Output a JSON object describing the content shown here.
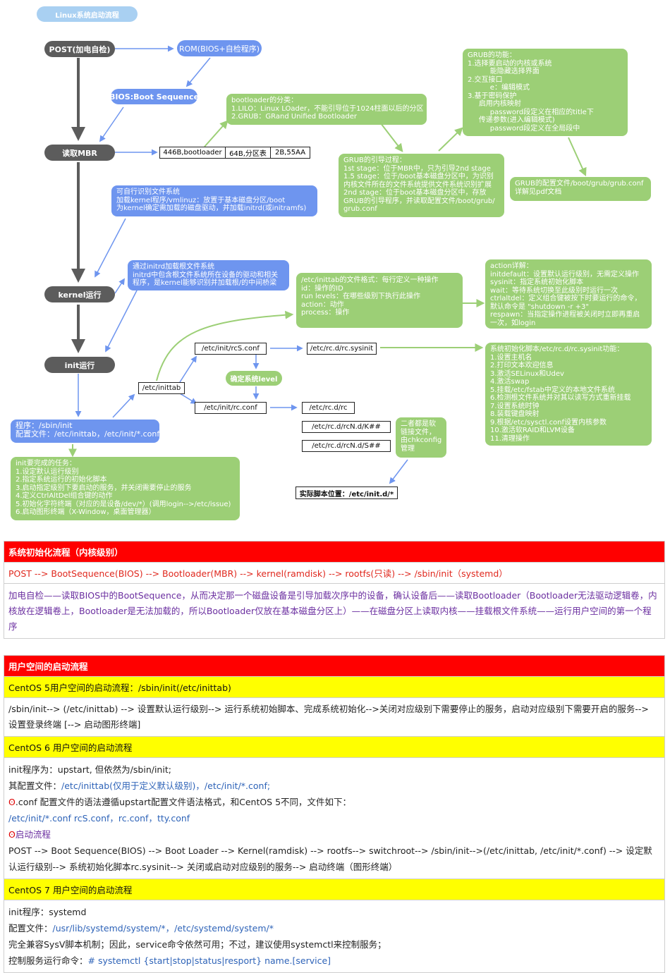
{
  "diagram": {
    "title": "Linux系统启动流程",
    "post": "POST(加电自检)",
    "rom": "ROM(BIOS+自检程序)",
    "bios_boot": "BIOS:Boot Sequence",
    "read_mbr": "读取MBR",
    "mbr_parts": [
      "446B,bootloader",
      "64B,分区表",
      "2B,55AA"
    ],
    "bootloader_types": [
      "bootloader的分类：",
      "1.LILO：Linux LOader，不能引导位于1024柱面以后的分区",
      "2.GRUB：GRand Unified Bootloader"
    ],
    "grub_funcs": [
      "GRUB的功能：",
      "1.选择要启动的内核或系统",
      "          能隐藏选择界面",
      "2.交互接口",
      "          e：编辑模式",
      "3.基于密码保护",
      "     启用内核映射",
      "          password段定义在相应的title下",
      "     传递参数(进入编辑模式)",
      "          password段定义在全局段中"
    ],
    "grub_process": [
      "GRUB的引导过程：",
      "1st stage：位于MBR中，只为引导2nd stage",
      "1.5 stage：位于/boot基本磁盘分区中，为识别",
      "内核文件所在的文件系统提供文件系统识别扩展",
      "2nd stage：位于boot基本磁盘分区中，存放",
      "GRUB的引导程序，并读取配置文件/boot/grub/",
      "grub.conf"
    ],
    "grub_conf": [
      "GRUB的配置文件/boot/grub/grub.conf",
      "详解见pdf文档"
    ],
    "kernel_load": [
      "可自行识别文件系统",
      "加载kernel程序/vmlinuz：放置于基本磁盘分区/boot",
      "为kernel确定需加载的磁盘驱动，并加载initrd(或initramfs)"
    ],
    "kernel_run": "kernel运行",
    "initrd_note": [
      "通过initrd加载根文件系统",
      "initrd中包含根文件系统所在设备的驱动和相关",
      "程序，是kernel能够识别并加载根/的中间桥梁"
    ],
    "inittab_format": [
      "/etc/inittab的文件格式：每行定义一种操作",
      "id：操作的ID",
      "run levels：在哪些级别下执行此操作",
      "action：动作",
      "process：操作"
    ],
    "action_detail": [
      "action详解：",
      "initdefault：设置默认运行级别，无需定义操作",
      "sysinit：指定系统初始化脚本",
      "wait：等待系统切换至此级别时运行一次",
      "ctrlaltdel：定义组合键被按下时要运行的命令，",
      "默认命令是 \"shutdown -r +3\"",
      "respawn：当指定操作进程被关闭时立即再重启",
      "一次，如login"
    ],
    "init_run": "init运行",
    "rcs_conf": "/etc/init/rcS.conf",
    "rc_sysinit": "/etc/rc.d/rc.sysinit",
    "sysinit_funcs": [
      "系统初始化脚本/etc/rc.d/rc.sysinit功能：",
      "1.设置主机名",
      "2.打印文本欢迎信息",
      "3.激活SELinux和Udev",
      "4.激活swap",
      "5.挂载/etc/fstab中定义的本地文件系统",
      "6.检测根文件系统并对其以读写方式重新挂载",
      "7.设置系统时钟",
      "8.装载键盘映射",
      "9.根据/etc/sysctl.conf设置内核参数",
      "10.激活软RAID和LVM设备",
      "11.清理操作"
    ],
    "inittab": "/etc/inittab",
    "determine_level": "确定系统level",
    "rc_conf": "/etc/init/rc.conf",
    "rc_d_rc": "/etc/rc.d/rc",
    "rcn_k": "/etc/rc.d/rcN.d/K##",
    "rcn_s": "/etc/rc.d/rcN.d/S##",
    "links_note": [
      "二者都是软",
      "链接文件，",
      "由chkconfig",
      "管理"
    ],
    "actual_script": "实际脚本位置：/etc/init.d/*",
    "program_note": [
      "程序：/sbin/init",
      "配置文件：/etc/inittab，/etc/init/*.conf"
    ],
    "init_tasks": [
      "init要完成的任务：",
      "1.设定默认运行级别",
      "2.指定系统运行的初始化脚本",
      "3.启动指定级别下要启动的服务，并关闭需要停止的服务",
      "4.定义CtrlAltDel组合键的动作",
      "5.初始化字符终端（对应的是设备/dev/*）(调用login-->/etc/issue)",
      "6.启动图形终端（X-Window，桌面管理器）"
    ]
  },
  "table1": {
    "header": "系统初始化流程（内核级别）",
    "flow": "POST --> BootSequence(BIOS) --> Bootloader(MBR) --> kernel(ramdisk) --> rootfs(只读) --> /sbin/init（systemd）",
    "desc": "加电自检——读取BIOS中的BootSequence，从而决定那一个磁盘设备是引导加载次序中的设备，确认设备后——读取Bootloader（Bootloader无法驱动逻辑卷，内核放在逻辑卷上，Bootloader是无法加载的，所以Bootloader仅放在基本磁盘分区上）——在磁盘分区上读取内核——挂载根文件系统——运行用户空间的第一个程序"
  },
  "table2": {
    "header": "用户空间的启动流程",
    "c5_title": "CentOS 5用户空间的启动流程：/sbin/init(/etc/inittab)",
    "c5_body": "/sbin/init--> (/etc/inittab) --> 设置默认运行级别--> 运行系统初始脚本、完成系统初始化-->关闭对应级别下需要停止的服务，启动对应级别下需要开启的服务--> 设置登录终端 [--> 启动图形终端]",
    "c6_title": "CentOS 6 用户空间的启动流程",
    "c6_l1": "init程序为：upstart, 但依然为/sbin/init;",
    "c6_l2a": "其配置文件：",
    "c6_l2b": "/etc/inittab(仅用于定义默认级别)，/etc/init/*.conf;",
    "c6_l3_mark": "ʘ",
    "c6_l3": ".conf 配置文件的语法遵循upstart配置文件语法格式，和CentOS 5不同，文件如下：",
    "c6_l4": "/etc/init/*.conf  rcS.conf，rc.conf，tty.conf",
    "c6_l5_mark": "ʘ",
    "c6_l5": "启动流程",
    "c6_l6": "POST --> Boot Sequence(BIOS) --> Boot Loader --> Kernel(ramdisk) --> rootfs--> switchroot--> /sbin/init-->(/etc/inittab, /etc/init/*.conf) --> 设定默认运行级别--> 系统初始化脚本rc.sysinit--> 关闭或启动对应级别的服务--> 启动终端（图形终端）",
    "c7_title": "CentOS 7 用户空间的启动流程",
    "c7_l1": "init程序：systemd",
    "c7_l2a": "配置文件：",
    "c7_l2b": "/usr/lib/systemd/system/*，/etc/systemd/system/*",
    "c7_l3": "完全兼容SysV脚本机制；因此，service命令依然可用；不过，建议使用systemctl来控制服务；",
    "c7_l4a": "控制服务运行命令：",
    "c7_l4b": "# systemctl {start|stop|status|resport} name.[service]"
  }
}
